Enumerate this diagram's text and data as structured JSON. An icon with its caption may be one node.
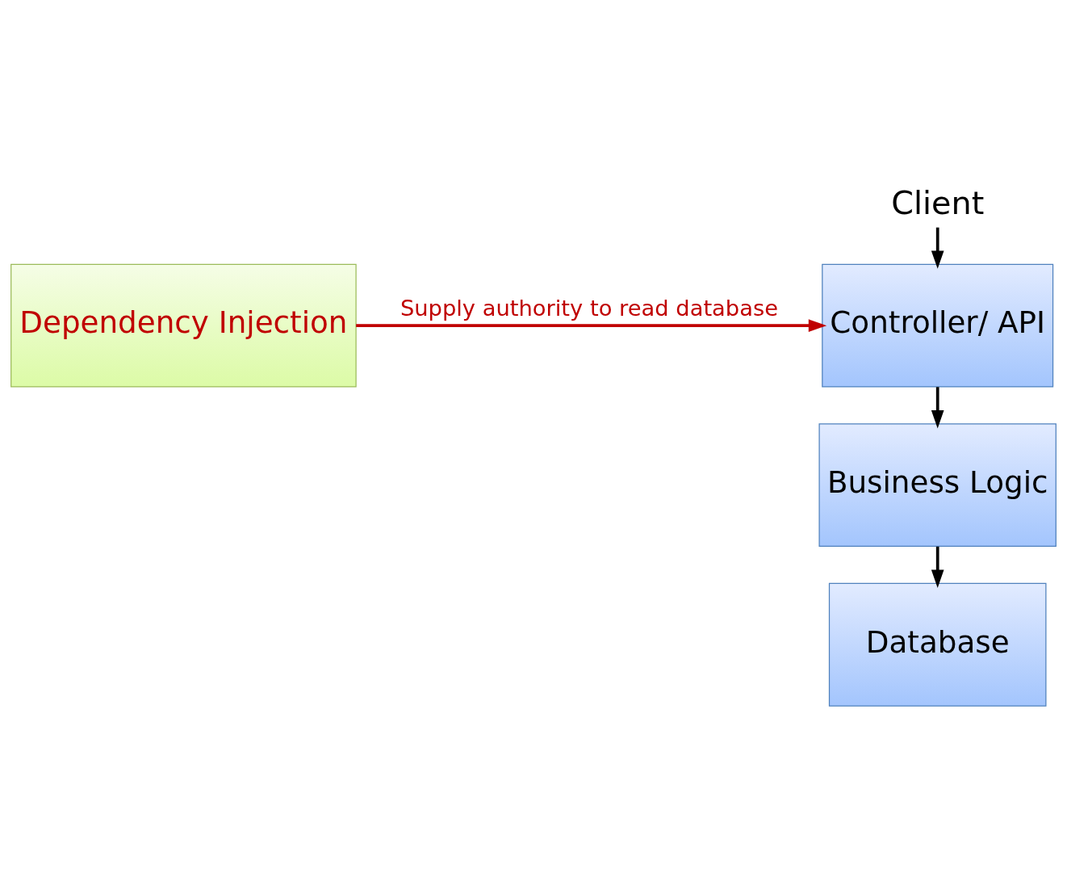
{
  "diagram": {
    "nodes": [
      {
        "text": [
          "Client"
        ]
      },
      {
        "text": [
          "Controller/ API"
        ]
      },
      {
        "text": [
          "Business Logic"
        ]
      },
      {
        "text": [
          "Database"
        ]
      },
      {
        "text": [
          "Dependency Injection"
        ]
      }
    ],
    "edges": [
      {
        "from": 0,
        "to": 1,
        "arrow": "to"
      },
      {
        "from": 1,
        "to": 2,
        "arrow": "to"
      },
      {
        "from": 2,
        "to": 3,
        "arrow": "to"
      },
      {
        "from": 4,
        "to": 1,
        "arrow": "to",
        "label": "Supply authority to read database",
        "color": "#c00000"
      }
    ]
  }
}
